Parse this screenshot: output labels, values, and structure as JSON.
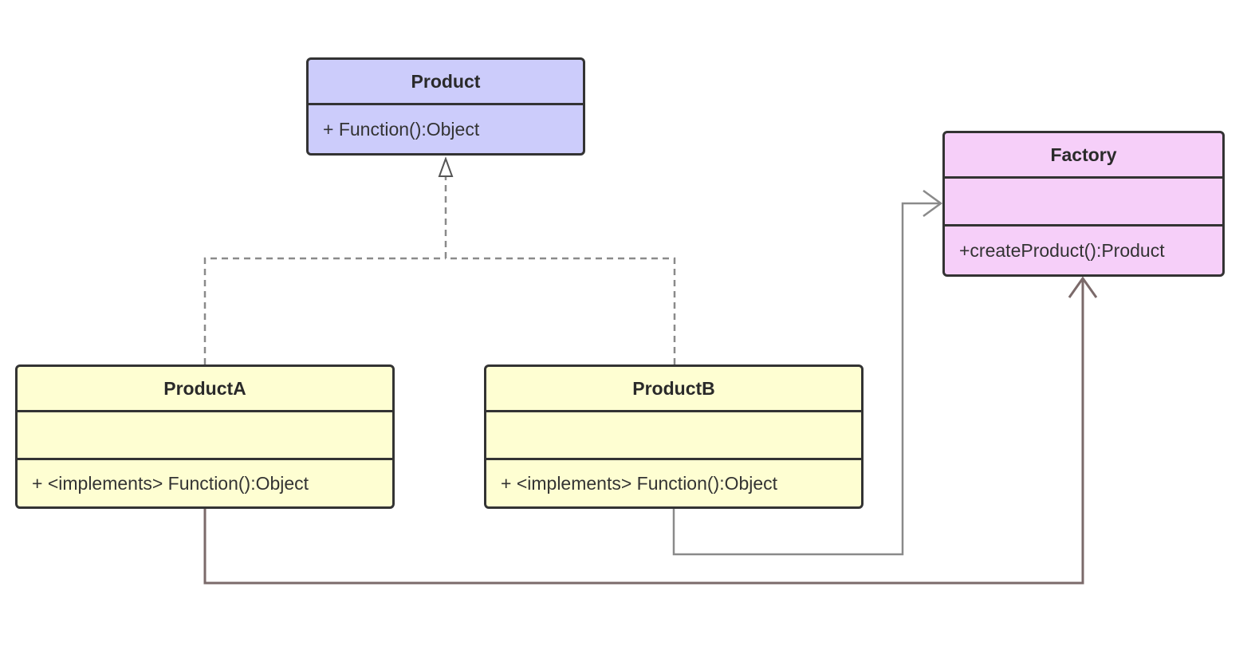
{
  "colors": {
    "product_fill": "#ccccfb",
    "factory_fill": "#f6cff9",
    "concrete_fill": "#fefed2",
    "border": "#333333",
    "dashed_connector": "#8a8a8a",
    "factory_connector": "#8a8a8a",
    "producta_connector": "#7b6a6a"
  },
  "classes": {
    "product": {
      "name": "Product",
      "operation": "+ Function():Object"
    },
    "factory": {
      "name": "Factory",
      "attributes": "",
      "operation": "+createProduct():Product"
    },
    "product_a": {
      "name": "ProductA",
      "attributes": "",
      "operation": "+ <implements> Function():Object"
    },
    "product_b": {
      "name": "ProductB",
      "attributes": "",
      "operation": "+ <implements> Function():Object"
    }
  },
  "relations": [
    {
      "type": "realization",
      "from": "ProductA",
      "to": "Product"
    },
    {
      "type": "realization",
      "from": "ProductB",
      "to": "Product"
    },
    {
      "type": "association",
      "from": "ProductB",
      "to": "Factory"
    },
    {
      "type": "association",
      "from": "ProductA",
      "to": "Factory"
    }
  ]
}
